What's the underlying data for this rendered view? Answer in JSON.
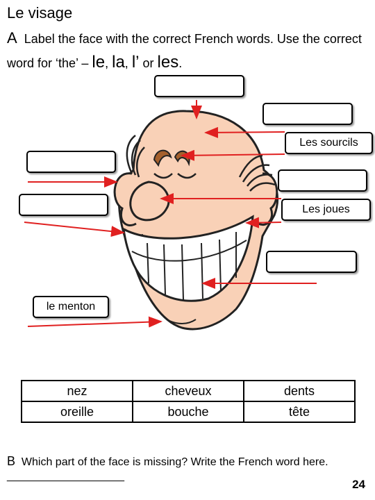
{
  "title": "Le visage",
  "section_a": {
    "letter": "A",
    "instruction_part1": "Label the face with the correct French words. Use the correct word for ‘the’ –",
    "article_le": "le",
    "article_la": "la",
    "article_l": "l’",
    "word_or": "or",
    "article_les": "les",
    "period": "."
  },
  "labels": {
    "sourcils": "Les sourcils",
    "joues": "Les joues",
    "menton": "le menton"
  },
  "word_bank": [
    [
      "nez",
      "cheveux",
      "dents"
    ],
    [
      "oreille",
      "bouche",
      "tête"
    ]
  ],
  "section_b": {
    "letter": "B",
    "question": "Which part of the face is missing?  Write the French word here. ___________________"
  },
  "page_number": "24",
  "colors": {
    "arrow": "#e02020",
    "skin": "#f9d1b7",
    "eyebrow": "#a5602c"
  }
}
